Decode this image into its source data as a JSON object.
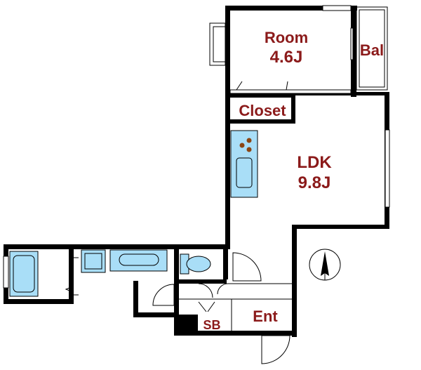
{
  "rooms": {
    "room_name": "Room",
    "room_size": "4.6J",
    "balcony": "Bal",
    "closet": "Closet",
    "ldk_name": "LDK",
    "ldk_size": "9.8J",
    "shoe_box": "SB",
    "entrance": "Ent"
  },
  "colors": {
    "label": "#8b1a1a",
    "fixture_fill": "#a9def7",
    "wall": "#000000"
  },
  "icons": {
    "north_arrow": "north-arrow-icon"
  }
}
